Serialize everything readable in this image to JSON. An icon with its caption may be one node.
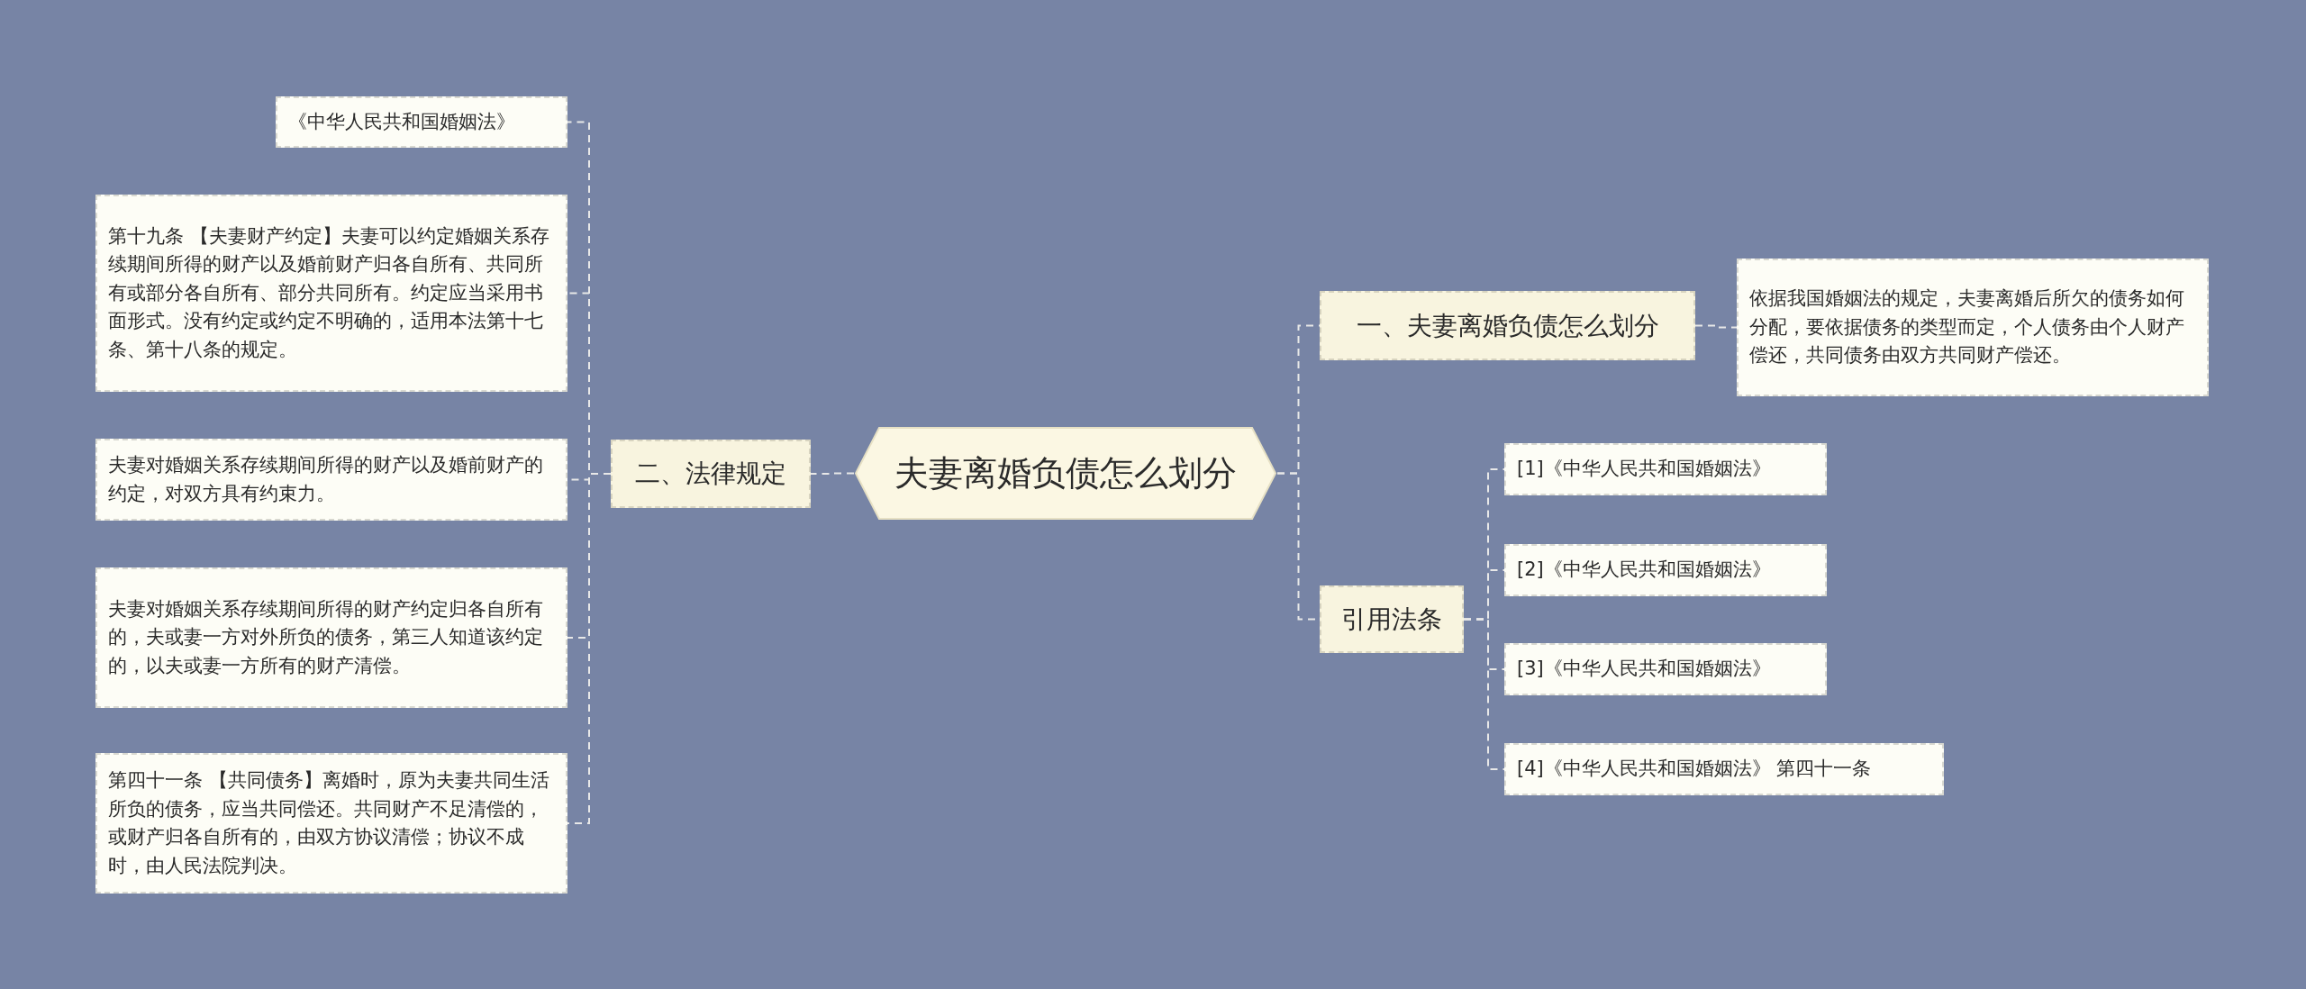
{
  "diagram": {
    "nodes": [
      {
        "text": [
          "夫妻离婚负债怎么划分"
        ]
      },
      {
        "text": [
          "一、夫妻离婚负债怎么划分"
        ]
      },
      {
        "text": [
          "依据我国婚姻法的规定，夫妻离婚后所欠的债务如何分配，要依据债务的类型而定，个人债务由个人财产偿还，共同债务由双方共同财产偿还。"
        ]
      },
      {
        "text": [
          "引用法条"
        ]
      },
      {
        "text": [
          "[1]《中华人民共和国婚姻法》"
        ]
      },
      {
        "text": [
          "[2]《中华人民共和国婚姻法》"
        ]
      },
      {
        "text": [
          "[3]《中华人民共和国婚姻法》"
        ]
      },
      {
        "text": [
          "[4]《中华人民共和国婚姻法》 第四十一条"
        ]
      },
      {
        "text": [
          "二、法律规定"
        ]
      },
      {
        "text": [
          "《中华人民共和国婚姻法》"
        ]
      },
      {
        "text": [
          "第十九条 【夫妻财产约定】夫妻可以约定婚姻关系存续期间所得的财产以及婚前财产归各自所有、共同所有或部分各自所有、部分共同所有。约定应当采用书面形式。没有约定或约定不明确的，适用本法第十七条、第十八条的规定。"
        ]
      },
      {
        "text": [
          "夫妻对婚姻关系存续期间所得的财产以及婚前财产的约定，对双方具有约束力。"
        ]
      },
      {
        "text": [
          "夫妻对婚姻关系存续期间所得的财产约定归各自所有的，夫或妻一方对外所负的债务，第三人知道该约定的，以夫或妻一方所有的财产清偿。"
        ]
      },
      {
        "text": [
          "第四十一条 【共同债务】离婚时，原为夫妻共同生活所负的债务，应当共同偿还。共同财产不足清偿的，或财产归各自所有的，由双方协议清偿；协议不成时，由人民法院判决。"
        ]
      }
    ],
    "edges": [
      {
        "from": 0,
        "to": 1,
        "arrow": "none"
      },
      {
        "from": 1,
        "to": 2,
        "arrow": "none"
      },
      {
        "from": 0,
        "to": 3,
        "arrow": "none"
      },
      {
        "from": 3,
        "to": 4,
        "arrow": "none"
      },
      {
        "from": 3,
        "to": 5,
        "arrow": "none"
      },
      {
        "from": 3,
        "to": 6,
        "arrow": "none"
      },
      {
        "from": 3,
        "to": 7,
        "arrow": "none"
      },
      {
        "from": 0,
        "to": 8,
        "arrow": "none"
      },
      {
        "from": 8,
        "to": 9,
        "arrow": "none"
      },
      {
        "from": 8,
        "to": 10,
        "arrow": "none"
      },
      {
        "from": 8,
        "to": 11,
        "arrow": "none"
      },
      {
        "from": 8,
        "to": 12,
        "arrow": "none"
      },
      {
        "from": 8,
        "to": 13,
        "arrow": "none"
      }
    ]
  }
}
